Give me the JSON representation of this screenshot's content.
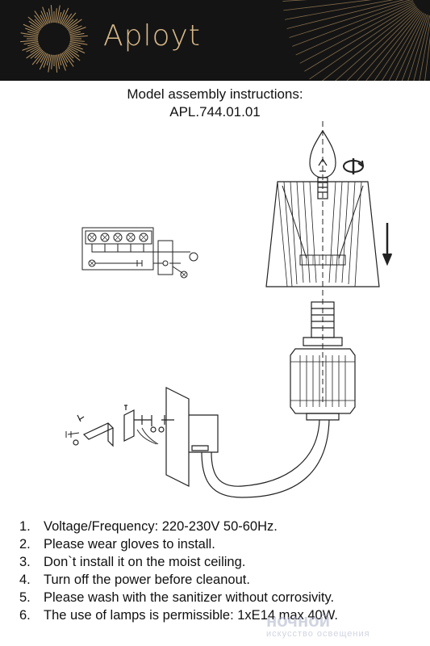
{
  "header": {
    "brand": "Aployt",
    "colors": {
      "background": "#141414",
      "gold": "#d8b98a"
    }
  },
  "title": {
    "line1": "Model assembly instructions:",
    "line2": "APL.744.01.01"
  },
  "notes": [
    {
      "num": "1.",
      "text": "Voltage/Frequency: 220-230V 50-60Hz."
    },
    {
      "num": "2.",
      "text": "Please wear gloves to install."
    },
    {
      "num": "3.",
      "text": "Don`t install it on the moist ceiling."
    },
    {
      "num": "4.",
      "text": "Turn off the power before cleanout."
    },
    {
      "num": "5.",
      "text": "Please wash with the sanitizer without corrosivity."
    },
    {
      "num": "6.",
      "text": "The use of lamps is permissible: 1xE14 max 40W."
    }
  ],
  "watermark": {
    "main": "ночной",
    "sub": "искусство освещения"
  },
  "icons": [
    "sun-logo-icon",
    "rotate-icon",
    "down-arrow-icon",
    "bulb-icon",
    "wiring-diagram-icon",
    "screw-icon"
  ]
}
